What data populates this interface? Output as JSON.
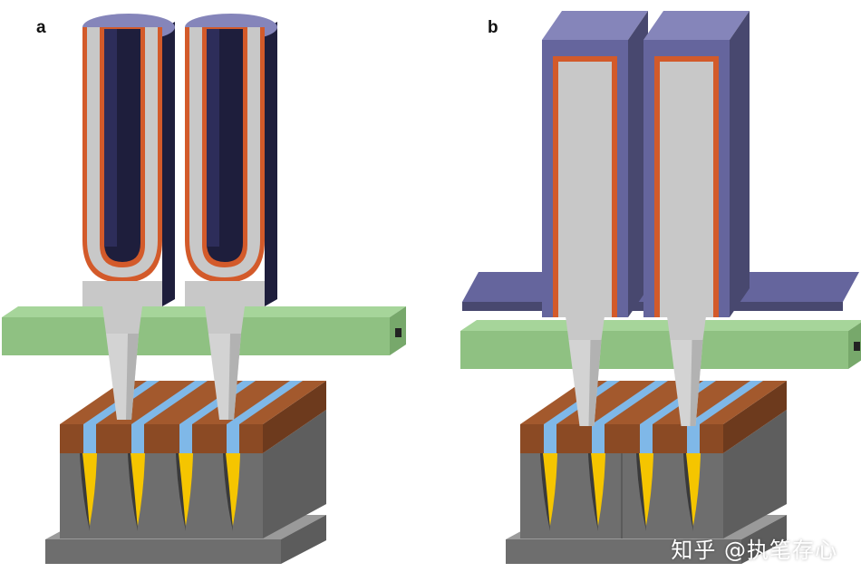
{
  "panels": [
    {
      "label": "a"
    },
    {
      "label": "b"
    }
  ],
  "watermark": "知乎 @执笔存心",
  "colors": {
    "gray_light": "#c8c8c8",
    "gray_mid": "#9a9a9a",
    "gray_dark": "#6e6e6e",
    "copper": "#d35a2a",
    "navy": "#1e1e3c",
    "purple_front": "#65659d",
    "purple_side": "#48486f",
    "purple_top": "#8585ba",
    "green_front": "#8fc182",
    "green_top": "#a6d59a",
    "brown": "#8b4a24",
    "brown_top": "#a3592d",
    "blue": "#7fb8e8",
    "yellow": "#f5c500",
    "white": "#ffffff"
  }
}
